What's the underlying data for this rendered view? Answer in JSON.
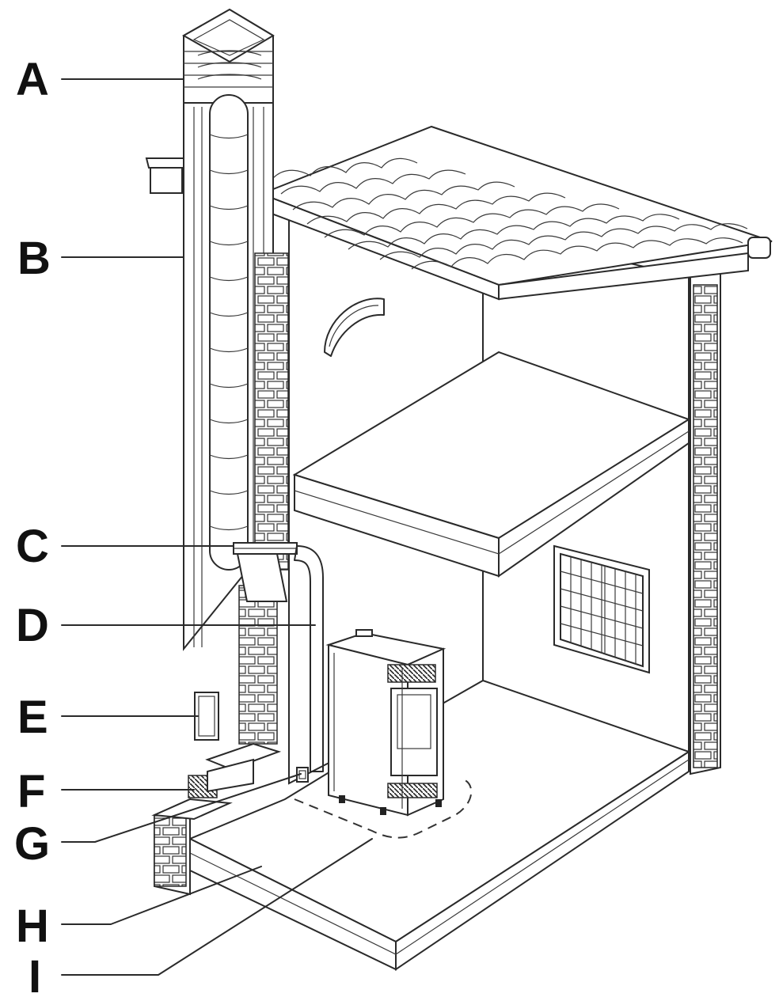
{
  "labels": [
    "A",
    "B",
    "C",
    "D",
    "E",
    "F",
    "G",
    "H",
    "I"
  ],
  "colors": {
    "line": "#2a2a2a",
    "text": "#111111",
    "background": "#ffffff"
  }
}
